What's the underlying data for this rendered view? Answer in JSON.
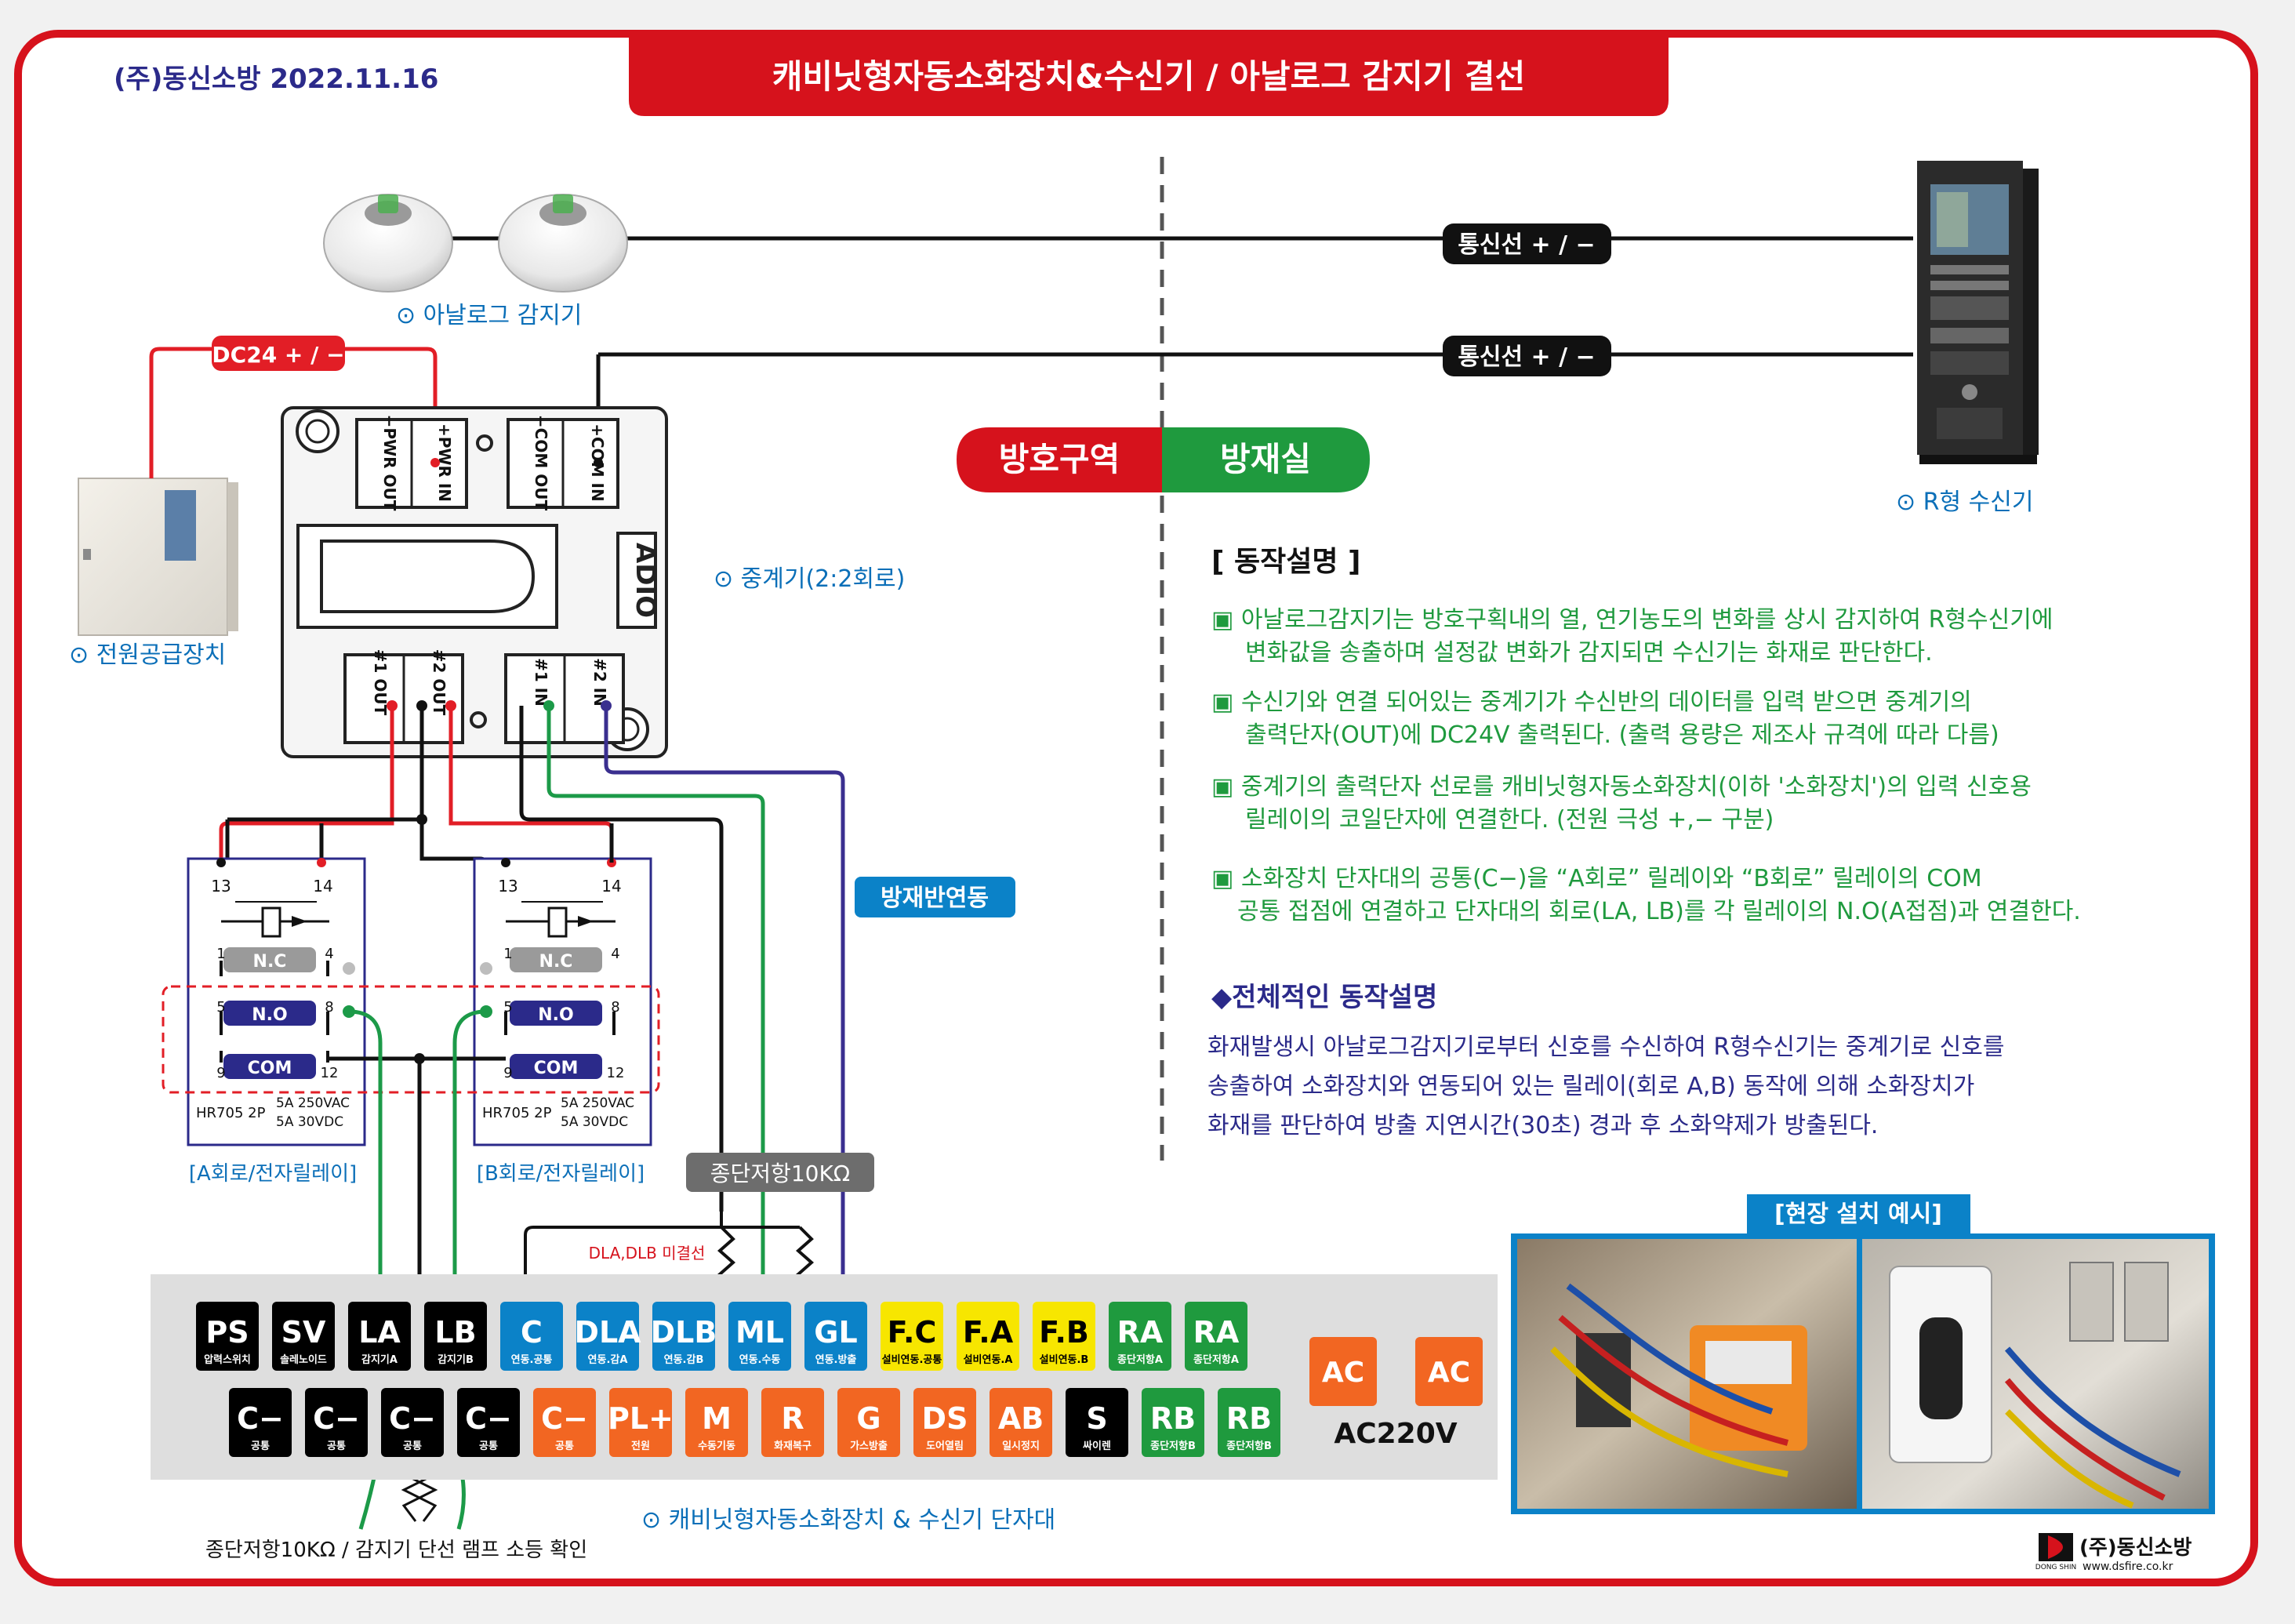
{
  "header": {
    "company_date": "(주)동신소방  2022.11.16",
    "title": "캐비닛형자동소화장치&수신기 / 아날로그 감지기 결선"
  },
  "zones": {
    "left": "방호구역",
    "right": "방재실"
  },
  "labels": {
    "analog_detector": "⊙ 아날로그 감지기",
    "power_supply": "⊙ 전원공급장치",
    "relay_module": "⊙ 중계기(2:2회로)",
    "receiver": "⊙ R형 수신기",
    "terminal_block": "⊙ 캐비닛형자동소화장치 & 수신기 단자대",
    "bottom_note": "종단저항10KΩ  / 감지기 단선 램프 소등 확인",
    "site_example": "[현장 설치 예시]",
    "dc24": "DC24 + / −",
    "comm1": "통신선 + / −",
    "comm2": "통신선 + / −",
    "disaster_link": "방재반연동",
    "end_resistor": "종단저항10KΩ",
    "dla_dlb_note": "DLA,DLB 미결선",
    "relay_a_caption": "[A회로/전자릴레이]",
    "relay_b_caption": "[B회로/전자릴레이]",
    "ac220v": "AC220V",
    "adio": "ADIO"
  },
  "module_terminals": {
    "top_left": [
      "+PWR IN",
      "−PWR OUT"
    ],
    "top_right": [
      "+COM IN",
      "−COM OUT"
    ],
    "bottom_left": [
      "#1 OUT",
      "#2 OUT"
    ],
    "bottom_right": [
      "#1 IN",
      "#2 IN"
    ]
  },
  "relay": {
    "nc": "N.C",
    "no": "N.O",
    "com": "COM",
    "model": "HR705 2P",
    "rating1": "5A 250VAC",
    "rating2": "5A 30VDC",
    "pins": [
      "13",
      "14",
      "1",
      "4",
      "5",
      "8",
      "9",
      "12"
    ]
  },
  "description": {
    "heading": "[ 동작설명 ]",
    "bullets": [
      [
        "▣ 아날로그감지기는 방호구획내의 열, 연기농도의 변화를 상시 감지하여 R형수신기에",
        "변화값을 송출하며 설정값 변화가 감지되면 수신기는 화재로 판단한다."
      ],
      [
        "▣ 수신기와 연결 되어있는 중계기가 수신반의 데이터를 입력 받으면 중계기의",
        "출력단자(OUT)에 DC24V 출력된다. (출력 용량은 제조사 규격에 따라 다름)"
      ],
      [
        "▣ 중계기의 출력단자 선로를 캐비닛형자동소화장치(이하 '소화장치')의 입력 신호용",
        "릴레이의 코일단자에 연결한다. (전원 극성 +,− 구분)"
      ],
      [
        "▣ 소화장치 단자대의 공통(C−)을  “A회로”  릴레이와  “B회로”  릴레이의 COM",
        "공통 접점에 연결하고 단자대의 회로(LA, LB)를 각 릴레이의 N.O(A접점)과 연결한다."
      ]
    ],
    "overall_heading": "◆전체적인 동작설명",
    "overall_lines": [
      "화재발생시 아날로그감지기로부터 신호를 수신하여 R형수신기는 중계기로 신호를",
      "송출하여 소화장치와 연동되어 있는 릴레이(회로 A,B) 동작에 의해 소화장치가",
      "화재를 판단하여 방출 지연시간(30초) 경과 후 소화약제가 방출된다."
    ]
  },
  "terminals_row1": [
    {
      "code": "PS",
      "sub": "압력스위치",
      "color": "#000000",
      "fg": "#ffffff"
    },
    {
      "code": "SV",
      "sub": "솔레노이드",
      "color": "#000000",
      "fg": "#ffffff"
    },
    {
      "code": "LA",
      "sub": "감지기A",
      "color": "#000000",
      "fg": "#ffffff"
    },
    {
      "code": "LB",
      "sub": "감지기B",
      "color": "#000000",
      "fg": "#ffffff"
    },
    {
      "code": "C",
      "sub": "연동.공통",
      "color": "#0b82c8",
      "fg": "#ffffff"
    },
    {
      "code": "DLA",
      "sub": "연동.감A",
      "color": "#0b82c8",
      "fg": "#ffffff"
    },
    {
      "code": "DLB",
      "sub": "연동.감B",
      "color": "#0b82c8",
      "fg": "#ffffff"
    },
    {
      "code": "ML",
      "sub": "연동.수동",
      "color": "#0b82c8",
      "fg": "#ffffff"
    },
    {
      "code": "GL",
      "sub": "연동.방출",
      "color": "#0b82c8",
      "fg": "#ffffff"
    },
    {
      "code": "F.C",
      "sub": "설비연동.공통",
      "color": "#f7e600",
      "fg": "#000000"
    },
    {
      "code": "F.A",
      "sub": "설비연동.A",
      "color": "#f7e600",
      "fg": "#000000"
    },
    {
      "code": "F.B",
      "sub": "설비연동.B",
      "color": "#f7e600",
      "fg": "#000000"
    },
    {
      "code": "RA",
      "sub": "종단저항A",
      "color": "#1f9a3e",
      "fg": "#ffffff"
    },
    {
      "code": "RA",
      "sub": "종단저항A",
      "color": "#1f9a3e",
      "fg": "#ffffff"
    }
  ],
  "terminals_row2": [
    {
      "code": "C−",
      "sub": "공통",
      "color": "#000000",
      "fg": "#ffffff"
    },
    {
      "code": "C−",
      "sub": "공통",
      "color": "#000000",
      "fg": "#ffffff"
    },
    {
      "code": "C−",
      "sub": "공통",
      "color": "#000000",
      "fg": "#ffffff"
    },
    {
      "code": "C−",
      "sub": "공통",
      "color": "#000000",
      "fg": "#ffffff"
    },
    {
      "code": "C−",
      "sub": "공통",
      "color": "#f26622",
      "fg": "#ffffff"
    },
    {
      "code": "PL+",
      "sub": "전원",
      "color": "#f26622",
      "fg": "#ffffff"
    },
    {
      "code": "M",
      "sub": "수동기동",
      "color": "#f26622",
      "fg": "#ffffff"
    },
    {
      "code": "R",
      "sub": "화재복구",
      "color": "#f26622",
      "fg": "#ffffff"
    },
    {
      "code": "G",
      "sub": "가스방출",
      "color": "#f26622",
      "fg": "#ffffff"
    },
    {
      "code": "DS",
      "sub": "도어열림",
      "color": "#f26622",
      "fg": "#ffffff"
    },
    {
      "code": "AB",
      "sub": "일시정지",
      "color": "#f26622",
      "fg": "#ffffff"
    },
    {
      "code": "S",
      "sub": "싸이렌",
      "color": "#000000",
      "fg": "#ffffff"
    },
    {
      "code": "RB",
      "sub": "종단저항B",
      "color": "#1f9a3e",
      "fg": "#ffffff"
    },
    {
      "code": "RB",
      "sub": "종단저항B",
      "color": "#1f9a3e",
      "fg": "#ffffff"
    }
  ],
  "ac_terminals": [
    {
      "code": "AC",
      "color": "#f26622"
    },
    {
      "code": "AC",
      "color": "#f26622"
    }
  ],
  "footer": {
    "brand": "(주)동신소방",
    "url": "www.dsfire.co.kr",
    "logo_text": "DONG SHIN"
  },
  "colors": {
    "frame": "#d6121c",
    "navy": "#2b2a8a",
    "green_text": "#1f9a3e",
    "wire_red": "#e21e26",
    "wire_green": "#1c9a48",
    "wire_purple": "#3a2f8f"
  }
}
